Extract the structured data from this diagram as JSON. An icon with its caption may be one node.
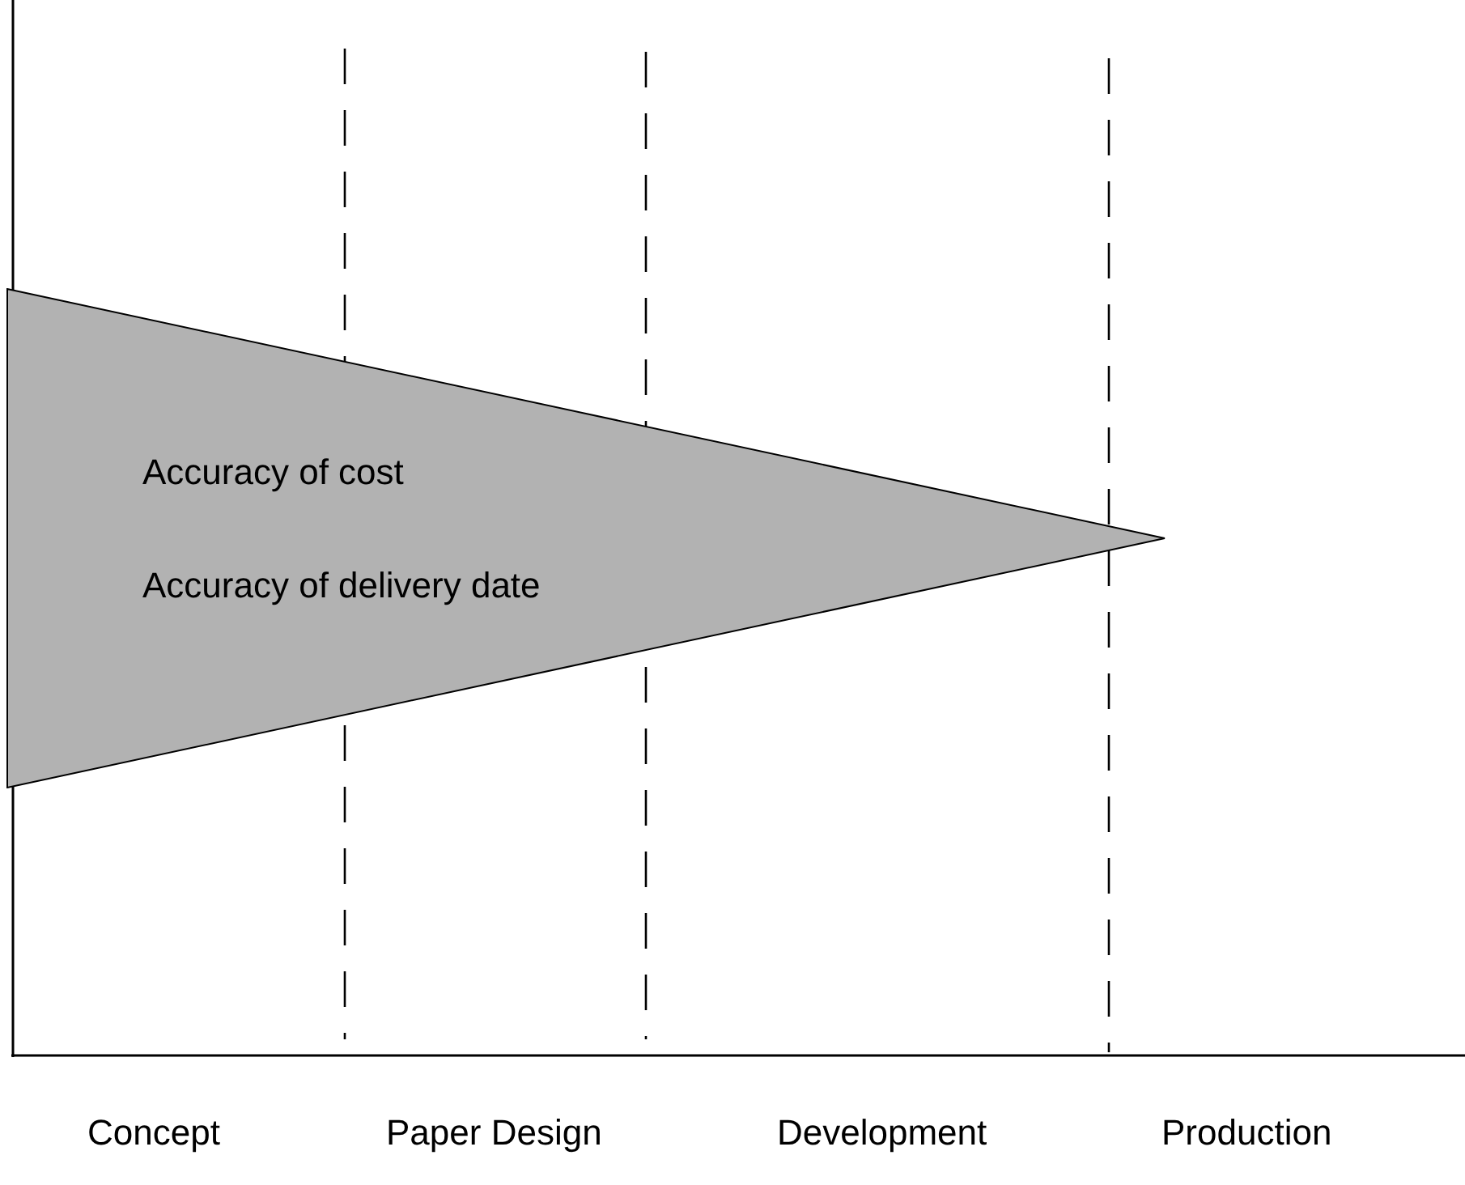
{
  "diagram": {
    "nodes": [
      {
        "text": [
          "Accuracy of cost",
          "Accuracy of delivery date"
        ]
      }
    ],
    "labels": [
      "Concept",
      "Paper Design",
      "Development",
      "Production"
    ]
  }
}
